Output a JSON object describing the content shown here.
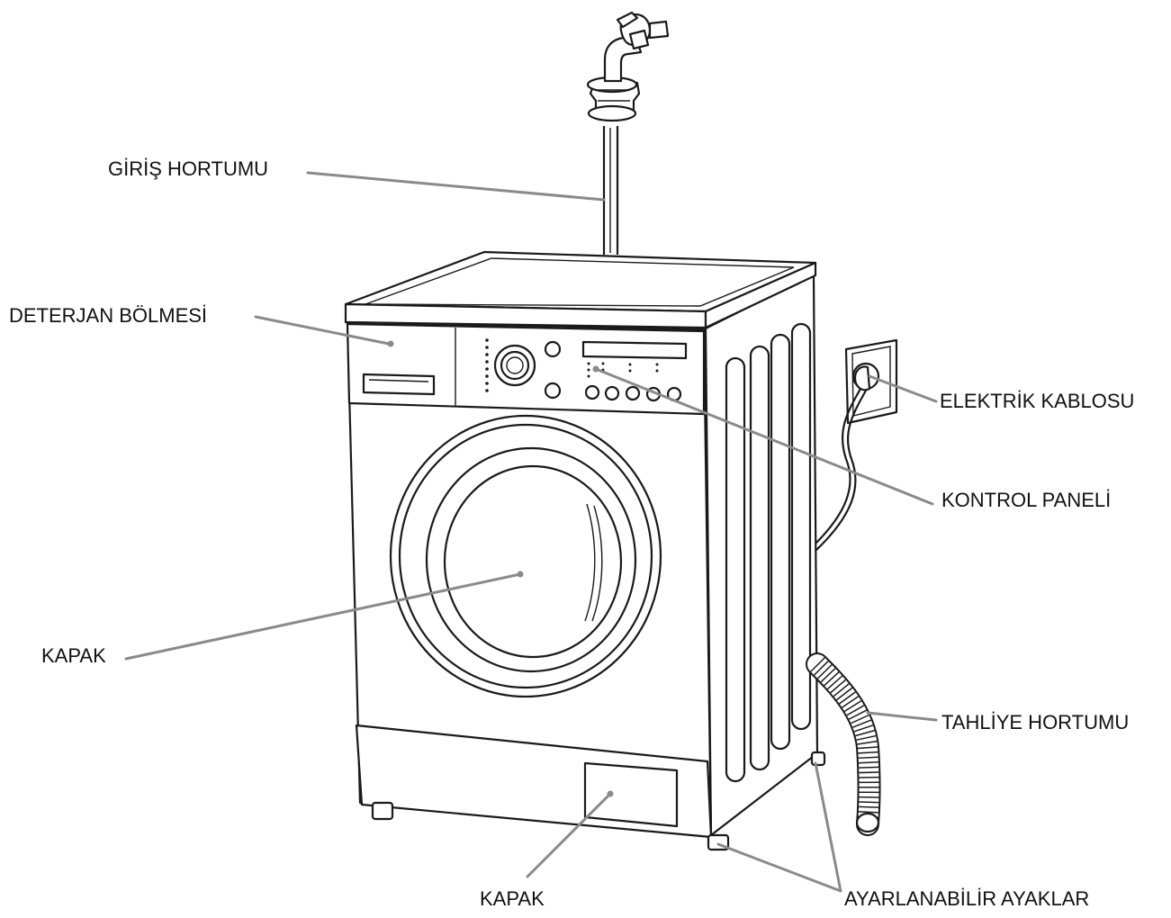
{
  "labels": {
    "inlet_hose": "GİRİŞ HORTUMU",
    "detergent_drawer": "DETERJAN BÖLMESİ",
    "power_cord": "ELEKTRİK KABLOSU",
    "control_panel": "KONTROL PANELİ",
    "door": "KAPAK",
    "drain_hose": "TAHLİYE HORTUMU",
    "filter_cover": "KAPAK",
    "adjustable_feet": "AYARLANABİLİR AYAKLAR"
  },
  "colors": {
    "outline": "#1a1a1a",
    "leader": "#8a8a8a",
    "background": "#ffffff"
  }
}
